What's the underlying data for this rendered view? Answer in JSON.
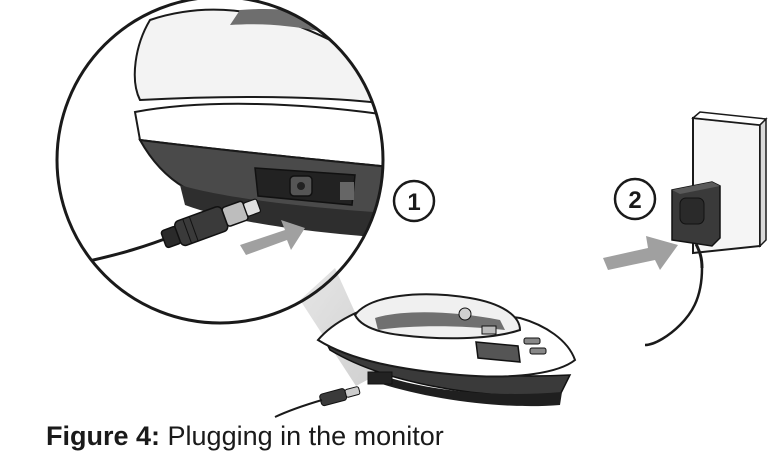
{
  "figure": {
    "steps": [
      "1",
      "2"
    ]
  },
  "caption": {
    "label": "Figure 4:",
    "text": "Plugging in the monitor"
  }
}
